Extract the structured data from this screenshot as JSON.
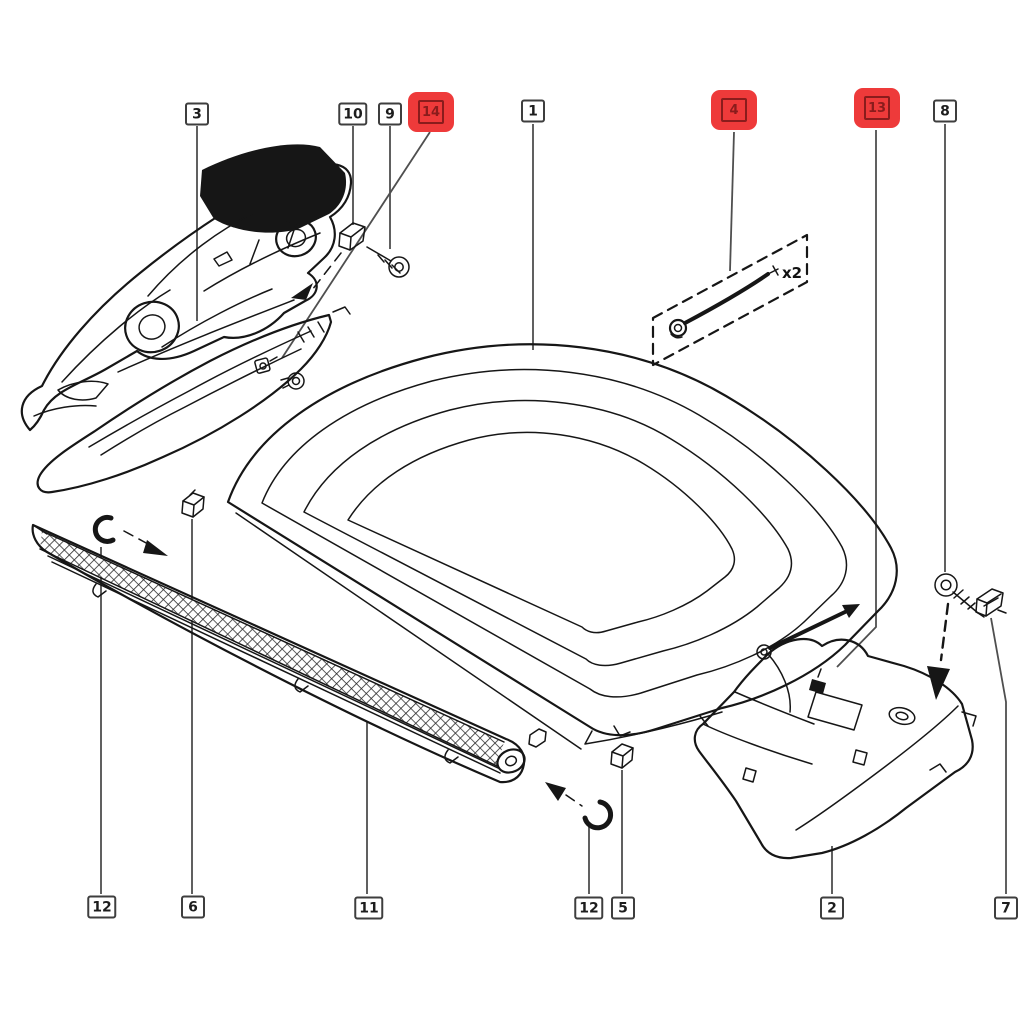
{
  "diagram": {
    "quantity_note": "x2",
    "colors": {
      "background": "#ffffff",
      "line": "#161616",
      "leader": "#4f4f4f",
      "highlight_red": "#ee3a3a",
      "highlight_dark_red": "#8a1c1c"
    },
    "callouts": [
      {
        "label": "3",
        "highlighted": false
      },
      {
        "label": "10",
        "highlighted": false
      },
      {
        "label": "9",
        "highlighted": false
      },
      {
        "label": "14",
        "highlighted": true
      },
      {
        "label": "1",
        "highlighted": false
      },
      {
        "label": "4",
        "highlighted": true
      },
      {
        "label": "13",
        "highlighted": true
      },
      {
        "label": "8",
        "highlighted": false
      },
      {
        "label": "12",
        "highlighted": false
      },
      {
        "label": "6",
        "highlighted": false
      },
      {
        "label": "11",
        "highlighted": false
      },
      {
        "label": "12",
        "highlighted": false
      },
      {
        "label": "5",
        "highlighted": false
      },
      {
        "label": "2",
        "highlighted": false
      },
      {
        "label": "7",
        "highlighted": false
      }
    ]
  }
}
